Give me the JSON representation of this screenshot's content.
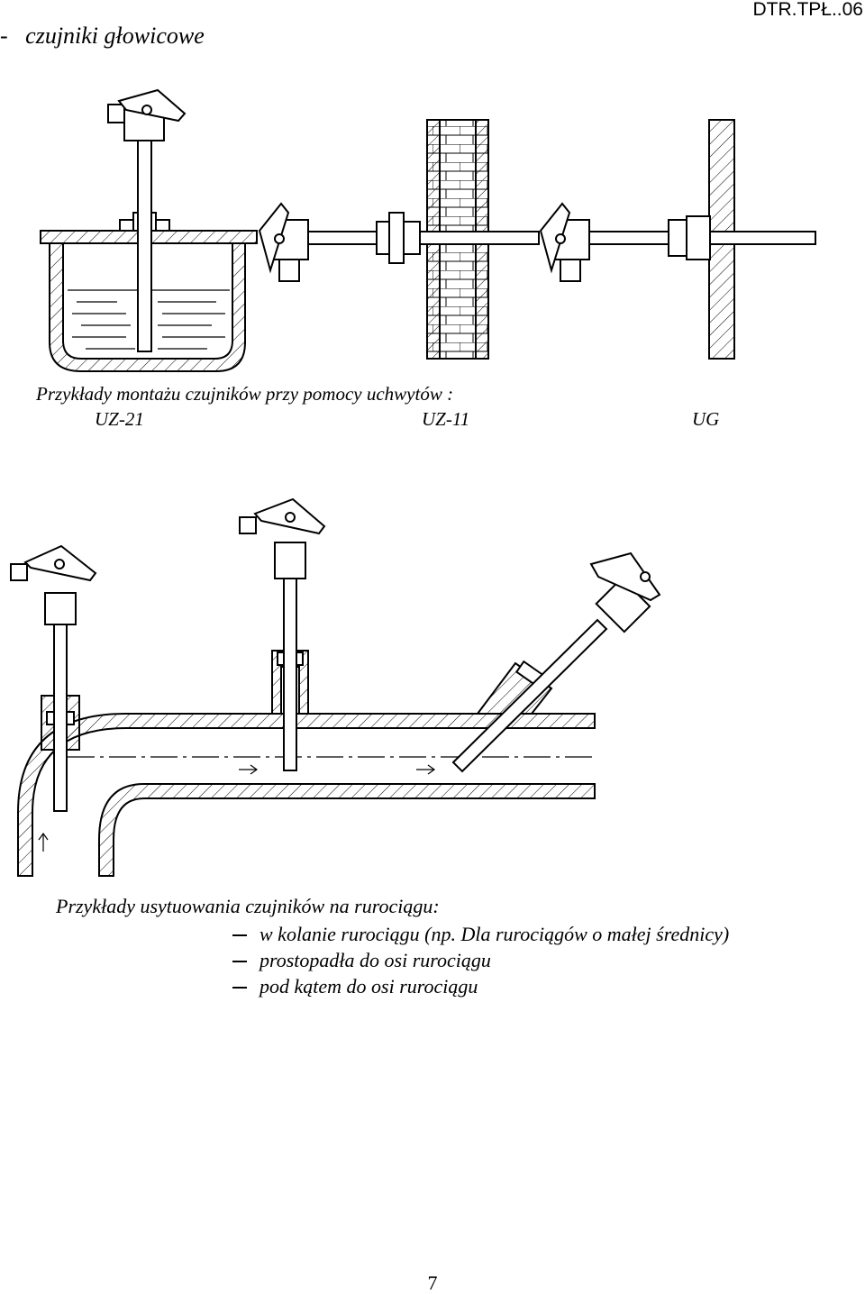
{
  "header": {
    "doc_code": "DTR.TPŁ..06",
    "section_title": "-   czujniki głowicowe"
  },
  "figure1": {
    "caption": "Przykłady montażu czujników  przy pomocy uchwytów :",
    "labels": [
      "UZ-21",
      "UZ-11",
      "UG"
    ]
  },
  "figure2": {
    "caption": "Przykłady usytuowania czujników na rurociągu:",
    "items": [
      "w kolanie rurociągu (np. Dla rurociągów o małej średnicy)",
      "prostopadła do osi rurociągu",
      "pod kątem do osi rurociągu"
    ]
  },
  "footer": {
    "page_number": "7"
  }
}
